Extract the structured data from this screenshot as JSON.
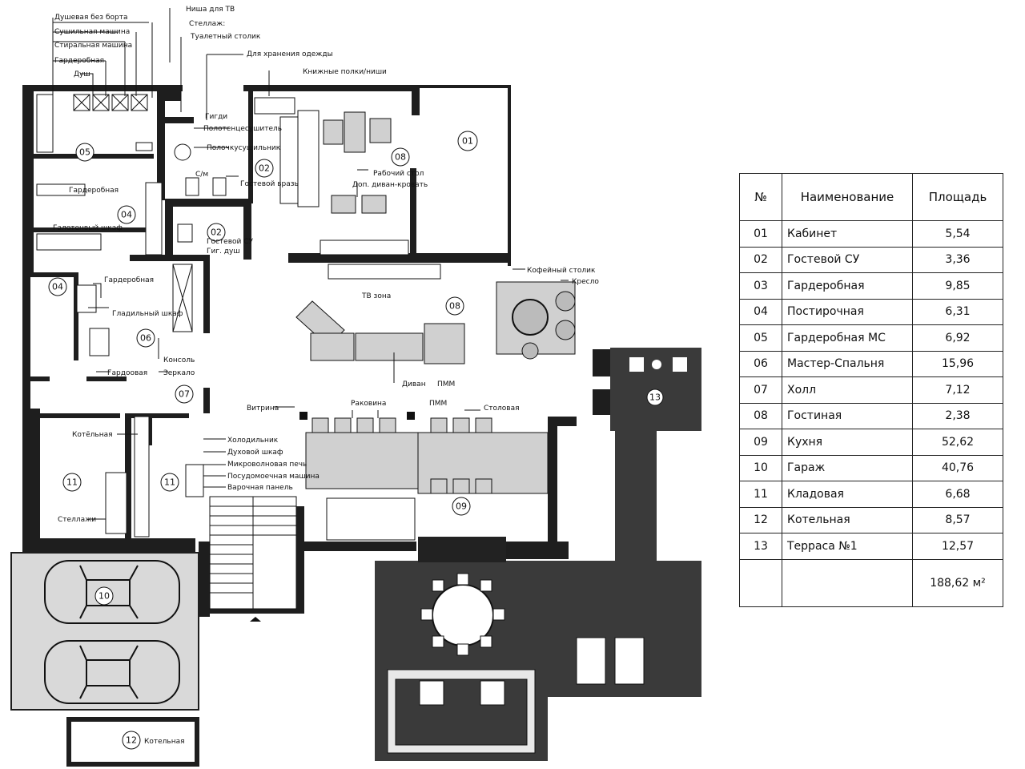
{
  "callouts": {
    "shower_no_tray": "Душевая без борта",
    "dryer": "Сушильная машина",
    "washer": "Стиральная машина",
    "wardrobe_top": "Гардеробная",
    "shower": "Душ",
    "tv_niche": "Ниша для ТВ",
    "shelving": "Стеллаж:",
    "vanity": "Туалетный столик",
    "clothes_storage": "Для хранения одежды",
    "book_shelves": "Книжные полки/ниши",
    "bidet": "Гигди",
    "towel_dryer": "Полотенцесушитель",
    "towel_shelf": "Полочкусушильник",
    "wc": "С/м",
    "guest_wash": "Гостевой вразь",
    "desk": "Рабочий стол",
    "sofa_bed": "Доп. диван-кровать",
    "wardrobe_left": "Гардеробная",
    "towel_cabinet": "Галотенвый шкаф",
    "guest_bath": "Гостевой СУ",
    "hyg_shower": "Гиг. душ",
    "wardrobe_06": "Гардеробная",
    "ironing_cabinet": "Гладильный шкаф",
    "console": "Консоль",
    "wardrobe_lower": "Гардоовая",
    "mirror": "Зеркало",
    "coffee_table": "Кофейный столик",
    "armchair": "Кресло",
    "tv_zone": "ТВ зона",
    "sofa": "Диван",
    "pmm_sofa": "ПММ",
    "showcase": "Витрина",
    "sink": "Раковина",
    "pmm": "ПММ",
    "dining": "Столовая",
    "boiler_label": "Котёльная",
    "fridge": "Холодильник",
    "oven": "Духовой шкаф",
    "microwave": "Микроволновая печь",
    "dishwasher": "Посудомоечная машина",
    "hob": "Варочная панель",
    "racks": "Стеллажи",
    "boiler_room": "Котельная"
  },
  "room_markers": [
    "01",
    "02",
    "02",
    "04",
    "04",
    "05",
    "06",
    "07",
    "08",
    "08",
    "09",
    "10",
    "11",
    "11",
    "12",
    "13"
  ],
  "table": {
    "headers": {
      "no": "№",
      "name": "Наименование",
      "area": "Площадь"
    },
    "rows": [
      {
        "no": "01",
        "name": "Кабинет",
        "area": "5,54"
      },
      {
        "no": "02",
        "name": "Гостевой СУ",
        "area": "3,36"
      },
      {
        "no": "03",
        "name": "Гардеробная",
        "area": "9,85"
      },
      {
        "no": "04",
        "name": "Постирочная",
        "area": "6,31"
      },
      {
        "no": "05",
        "name": "Гардеробная МС",
        "area": "6,92"
      },
      {
        "no": "06",
        "name": "Мастер-Спальня",
        "area": "15,96"
      },
      {
        "no": "07",
        "name": "Холл",
        "area": "7,12"
      },
      {
        "no": "08",
        "name": "Гостиная",
        "area": "2,38"
      },
      {
        "no": "09",
        "name": "Кухня",
        "area": "52,62"
      },
      {
        "no": "10",
        "name": "Гараж",
        "area": "40,76"
      },
      {
        "no": "11",
        "name": "Кладовая",
        "area": "6,68"
      },
      {
        "no": "12",
        "name": "Котельная",
        "area": "8,57"
      },
      {
        "no": "13",
        "name": "Терраса №1",
        "area": "12,57"
      }
    ],
    "total": "188,62 м²"
  },
  "colors": {
    "wall": "#1e1e1e",
    "deck": "#3a3a3a",
    "garage_fill": "#d9d9d9",
    "furniture": "#cfcfcf"
  }
}
